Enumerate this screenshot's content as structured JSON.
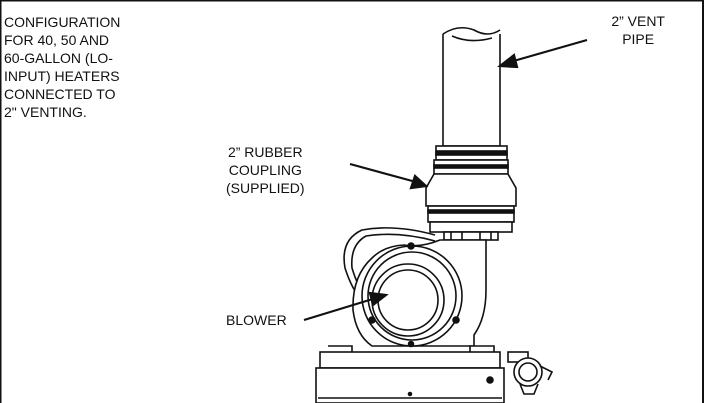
{
  "caption": "CONFIGURATION\nFOR 40, 50 AND\n60-GALLON (LO-\nINPUT) HEATERS\nCONNECTED TO\n2\" VENTING.",
  "labels": {
    "vent_pipe": "2” VENT\nPIPE",
    "rubber_coupling": "2” RUBBER\nCOUPLING\n(SUPPLIED)",
    "blower": "BLOWER"
  },
  "colors": {
    "line": "#111111",
    "background": "#ffffff"
  }
}
